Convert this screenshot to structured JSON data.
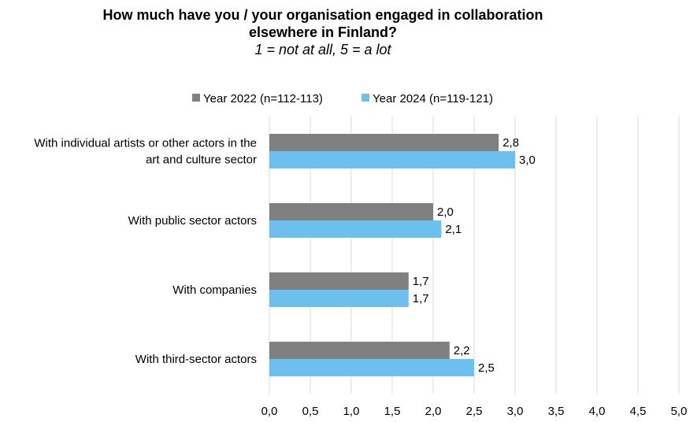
{
  "chart_data": {
    "type": "bar",
    "orientation": "horizontal",
    "title": [
      "How much have you / your organisation engaged in collaboration",
      "elsewhere in Finland?"
    ],
    "subtitle": "1 = not at all, 5 = a lot",
    "categories": [
      [
        "With individual artists or other actors in the",
        "art and culture sector"
      ],
      [
        "With public sector actors"
      ],
      [
        "With companies"
      ],
      [
        "With third-sector actors"
      ]
    ],
    "series": [
      {
        "name": "Year 2022 (n=112-113)",
        "color": "#808080",
        "values": [
          2.8,
          2.0,
          1.7,
          2.2
        ],
        "labels": [
          "2,8",
          "2,0",
          "1,7",
          "2,2"
        ]
      },
      {
        "name": "Year 2024 (n=119-121)",
        "color": "#6DC0EE",
        "values": [
          3.0,
          2.1,
          1.7,
          2.5
        ],
        "labels": [
          "3,0",
          "2,1",
          "1,7",
          "2,5"
        ]
      }
    ],
    "xlim": [
      0,
      5
    ],
    "xticks": [
      0,
      0.5,
      1,
      1.5,
      2,
      2.5,
      3,
      3.5,
      4,
      4.5,
      5
    ],
    "xtick_labels": [
      "0,0",
      "0,5",
      "1,0",
      "1,5",
      "2,0",
      "2,5",
      "3,0",
      "3,5",
      "4,0",
      "4,5",
      "5,0"
    ],
    "grid": "vertical",
    "legend": "top"
  }
}
